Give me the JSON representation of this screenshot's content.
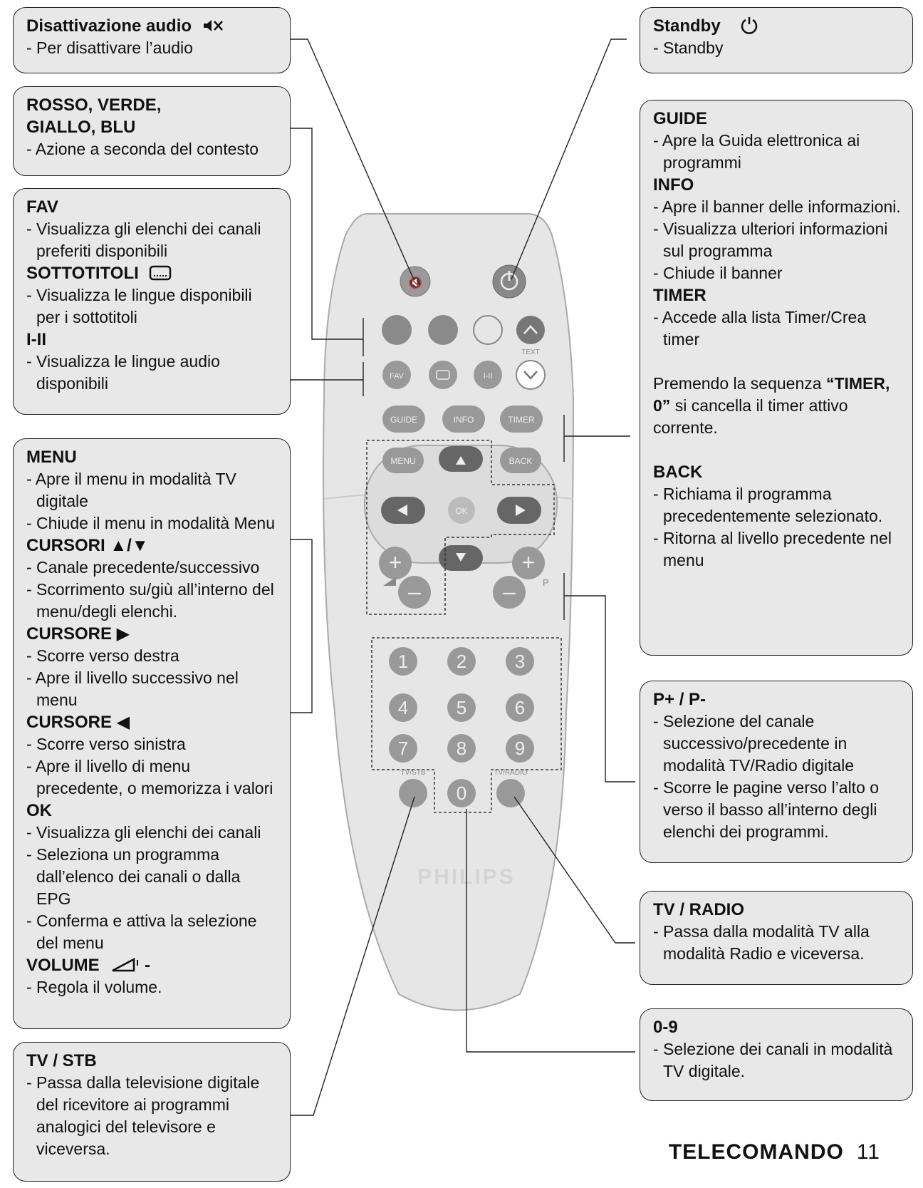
{
  "boxes": {
    "mute": {
      "title": "Disattivazione audio",
      "icon": "mute-icon",
      "lines": [
        "- Per disattivare l’audio"
      ]
    },
    "colors": {
      "title1": "ROSSO, VERDE,",
      "title2": "GIALLO, BLU",
      "lines": [
        "- Azione a seconda del contesto"
      ]
    },
    "fav": {
      "title": "FAV",
      "lines": [
        "- Visualizza gli elenchi dei canali preferiti disponibili"
      ],
      "title2": "SOTTOTITOLI",
      "lines2": [
        "- Visualizza le lingue disponibili per i sottotitoli"
      ],
      "title3": "I-II",
      "lines3": [
        "- Visualizza le lingue audio disponibili"
      ]
    },
    "menu": {
      "title": "MENU",
      "lines": [
        "- Apre il menu in modalità TV digitale",
        "- Chiude il menu in modalità Menu"
      ],
      "title2": "CURSORI ▲/▼",
      "lines2": [
        "- Canale precedente/successivo",
        "- Scorrimento su/giù all’interno del menu/degli elenchi."
      ],
      "title3": "CURSORE ▶",
      "lines3": [
        "- Scorre verso destra",
        "- Apre il livello successivo nel menu"
      ],
      "title4": "CURSORE ◀",
      "lines4": [
        "- Scorre verso sinistra",
        "- Apre il livello di menu precedente, o memorizza i valori"
      ],
      "title5": "OK",
      "lines5": [
        "- Visualizza gli elenchi dei canali",
        "- Seleziona un programma dall’elenco dei canali o dalla EPG",
        "- Conferma e attiva la selezione del menu"
      ],
      "title6": "VOLUME",
      "title6_suffix": "-",
      "lines6": [
        "- Regola il volume."
      ]
    },
    "tvstb": {
      "title": "TV / STB",
      "lines": [
        "- Passa dalla televisione digitale del ricevitore ai programmi analogici del televisore e viceversa."
      ]
    },
    "standby": {
      "title": "Standby",
      "lines": [
        "- Standby"
      ]
    },
    "guide": {
      "title": "GUIDE",
      "lines": [
        "- Apre la Guida elettronica ai programmi"
      ],
      "title2": "INFO",
      "lines2": [
        "- Apre il banner delle informazioni.",
        "- Visualizza ulteriori informazioni sul programma",
        "- Chiude il banner"
      ],
      "title3": "TIMER",
      "lines3": [
        "- Accede alla lista Timer/Crea timer"
      ],
      "timer_note_pre": "Premendo la sequenza",
      "timer_note_bold": "“TIMER, 0”",
      "timer_note_post": "si cancella il timer attivo corrente.",
      "title4": "BACK",
      "lines4": [
        "- Richiama il programma precedentemente selezionato.",
        "- Ritorna al livello precedente nel menu"
      ]
    },
    "pplus": {
      "title": "P+ / P-",
      "lines": [
        "- Selezione del canale successivo/precedente in modalità TV/Radio digitale",
        "- Scorre le pagine verso l’alto o verso il basso all’interno degli elenchi dei programmi."
      ]
    },
    "tvradio": {
      "title": "TV / RADIO",
      "lines": [
        "- Passa dalla modalità TV alla modalità Radio e viceversa."
      ]
    },
    "digits": {
      "title": "0-9",
      "lines": [
        "- Selezione dei canali in modalità TV digitale."
      ]
    }
  },
  "remote": {
    "brand": "PHILIPS",
    "buttons": {
      "fav": "FAV",
      "i_ii": "I-II",
      "text": "TEXT",
      "guide": "GUIDE",
      "info": "INFO",
      "timer": "TIMER",
      "menu": "MENU",
      "back": "BACK",
      "ok": "OK",
      "p": "P",
      "tvstb": "TV/STB",
      "tvradio": "TV/RADIO",
      "digits": [
        "1",
        "2",
        "3",
        "4",
        "5",
        "6",
        "7",
        "8",
        "9",
        "0"
      ]
    }
  },
  "footer": {
    "title": "TELECOMANDO",
    "page": "11"
  }
}
